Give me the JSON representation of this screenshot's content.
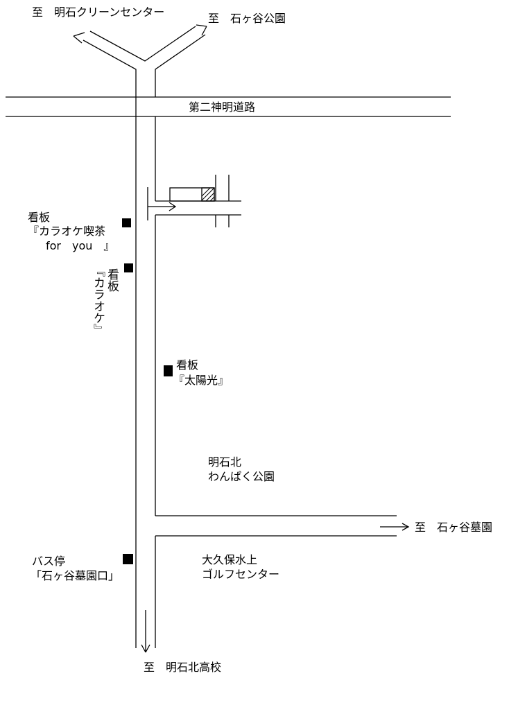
{
  "destinations": {
    "top_left": "至　明石クリーンセンター",
    "top_right": "至　石ヶ谷公園",
    "right": "至　石ヶ谷墓園",
    "bottom": "至　明石北高校"
  },
  "roads": {
    "highway": "第二神明道路"
  },
  "signs": {
    "for_you_title": "看板",
    "for_you_line1": "『カラオケ喫茶",
    "for_you_line2": "　for　you　』",
    "karaoke_title": "看板",
    "karaoke_name": "『カラオケ』",
    "taiyoko_title": "看板",
    "taiyoko_name": "『太陽光』"
  },
  "places": {
    "park_line1": "明石北",
    "park_line2": "わんぱく公園",
    "golf_line1": "大久保水上",
    "golf_line2": "ゴルフセンター",
    "bus_line1": "バス停",
    "bus_line2": "「石ヶ谷墓園口」"
  },
  "colors": {
    "line": "#000000",
    "background": "#ffffff"
  }
}
